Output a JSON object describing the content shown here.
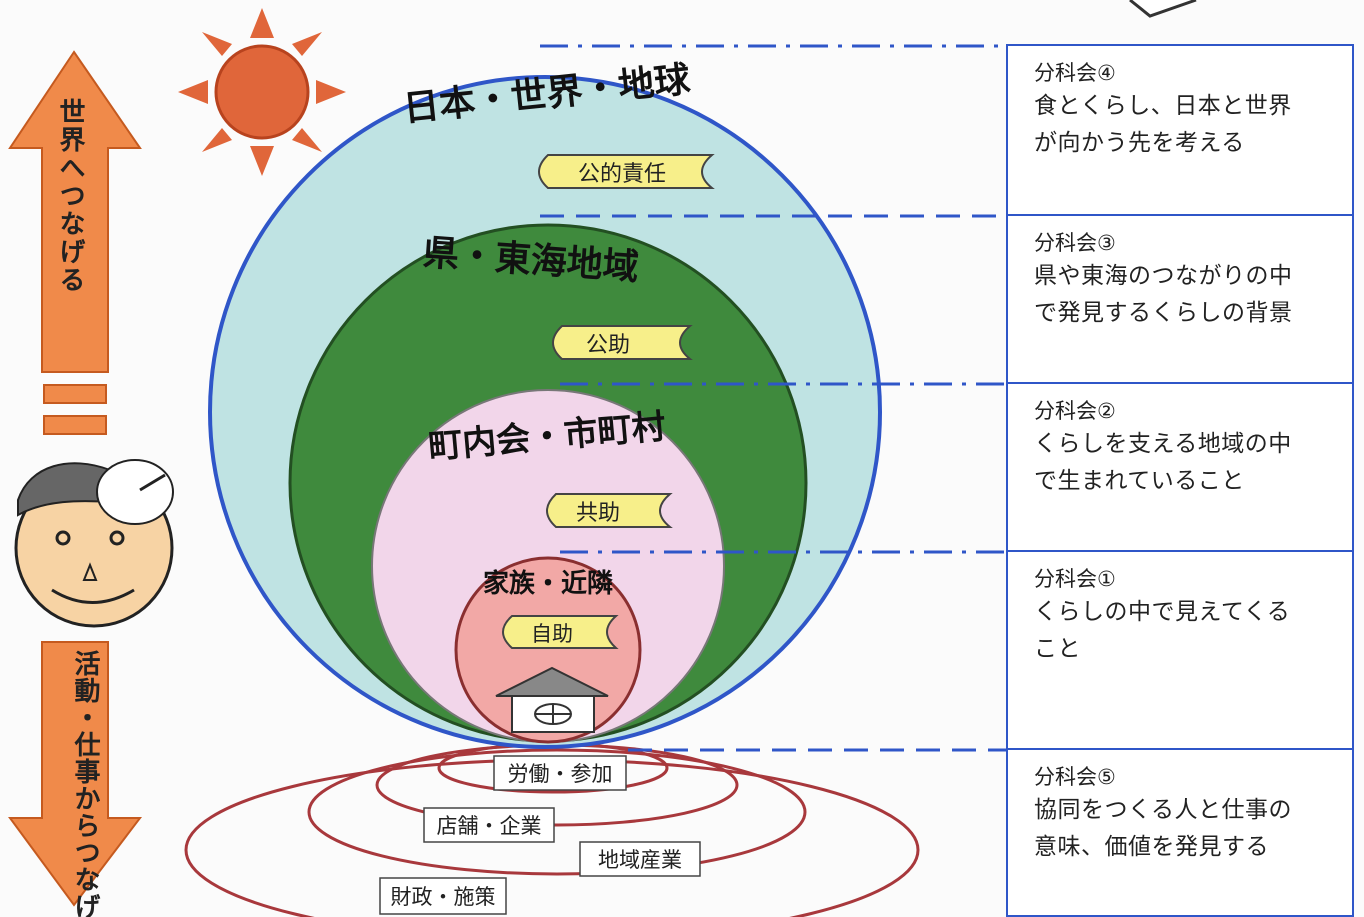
{
  "left_arrows": {
    "up_label": "世界へつなげる",
    "down_label": "活動・仕事からつなげる"
  },
  "circles": {
    "outer": "日本・世界・地球",
    "second": "県・東海地域",
    "third": "町内会・市町村",
    "inner": "家族・近隣"
  },
  "tags": {
    "public_responsibility": "公的責任",
    "public_help": "公助",
    "mutual_help": "共助",
    "self_help": "自助"
  },
  "base_labels": {
    "labor": "労働・参加",
    "stores": "店舗・企業",
    "local_industry": "地域産業",
    "finance": "財政・施策"
  },
  "panels": [
    {
      "title": "分科会④",
      "body": [
        "食とくらし、日本と世界",
        "が向かう先を考える"
      ]
    },
    {
      "title": "分科会③",
      "body": [
        "県や東海のつながりの中",
        "で発見するくらしの背景"
      ]
    },
    {
      "title": "分科会②",
      "body": [
        "くらしを支える地域の中",
        "で生まれていること"
      ]
    },
    {
      "title": "分科会①",
      "body": [
        "くらしの中で見えてくる",
        "こと"
      ]
    },
    {
      "title": "分科会⑤",
      "body": [
        "協同をつくる人と仕事の",
        "意味、価値を発見する"
      ]
    }
  ],
  "colors": {
    "outer_fill": "#bfe3e3",
    "outer_stroke": "#2f56c8",
    "green_fill": "#3f8a3d",
    "pink_fill": "#f2d6ea",
    "inner_fill": "#f2a8a6",
    "tag_fill": "#f7ef8a",
    "arrow_orange": "#f08a4a",
    "sun": "#e0663a",
    "ring": "#a8383c",
    "dash": "#2f56c8"
  }
}
